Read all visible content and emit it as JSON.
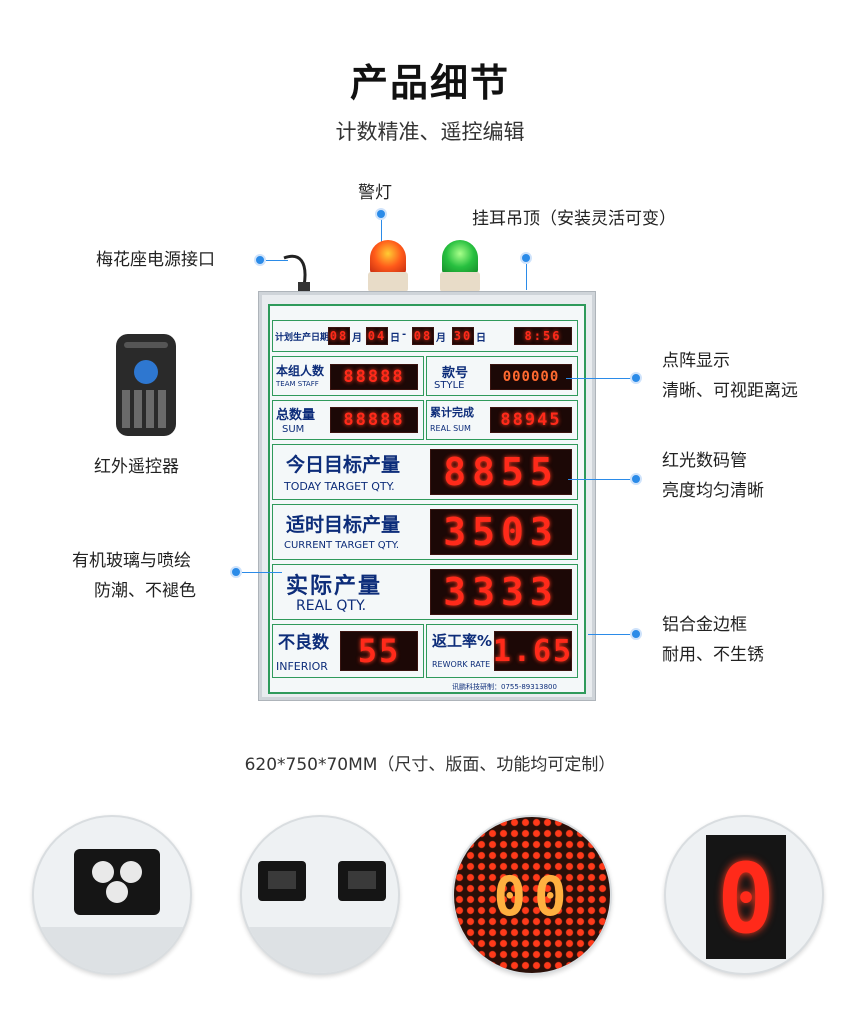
{
  "header": {
    "title": "产品细节",
    "subtitle": "计数精准、遥控编辑"
  },
  "callouts": {
    "warning_light": "警灯",
    "hanging": "挂耳吊顶（安装灵活可变）",
    "power": "梅花座电源接口",
    "remote": "红外遥控器",
    "dot_matrix_1": "点阵显示",
    "dot_matrix_2": "清晰、可视距离远",
    "red_led_1": "红光数码管",
    "red_led_2": "亮度均匀清晰",
    "glass_1": "有机玻璃与喷绘",
    "glass_2": "防潮、不褪色",
    "frame_1": "铝合金边框",
    "frame_2": "耐用、不生锈"
  },
  "dimensions_note": "620*750*70MM（尺寸、版面、功能均可定制）",
  "board": {
    "date_row": {
      "label": "计划生产日期",
      "m1": "08",
      "u1": "月",
      "d1": "04",
      "u2": "日",
      "sep": "-",
      "m2": "08",
      "u3": "月",
      "d2": "30",
      "u4": "日",
      "time": "8:56"
    },
    "team": {
      "cn": "本组人数",
      "en": "TEAM STAFF",
      "value": "88888"
    },
    "style": {
      "cn": "款号",
      "en": "STYLE",
      "value": "000000"
    },
    "total": {
      "cn": "总数量",
      "en": "SUM",
      "value": "88888"
    },
    "real_sum": {
      "cn": "累计完成",
      "en": "REAL SUM",
      "value": "88945"
    },
    "today": {
      "cn": "今日目标产量",
      "en": "TODAY TARGET QTY.",
      "value": "8855"
    },
    "current": {
      "cn": "适时目标产量",
      "en": "CURRENT TARGET QTY.",
      "value": "3503"
    },
    "real": {
      "cn": "实际产量",
      "en": "REAL QTY.",
      "value": "3333"
    },
    "inferior": {
      "cn": "不良数",
      "en": "INFERIOR",
      "value": "55"
    },
    "rework": {
      "cn": "返工率%",
      "en": "REWORK RATE",
      "value": "1.65"
    },
    "footer": "讯鹏科技研制：0755-89313800"
  },
  "details": {
    "digit": "0",
    "dot_chars": "00"
  }
}
